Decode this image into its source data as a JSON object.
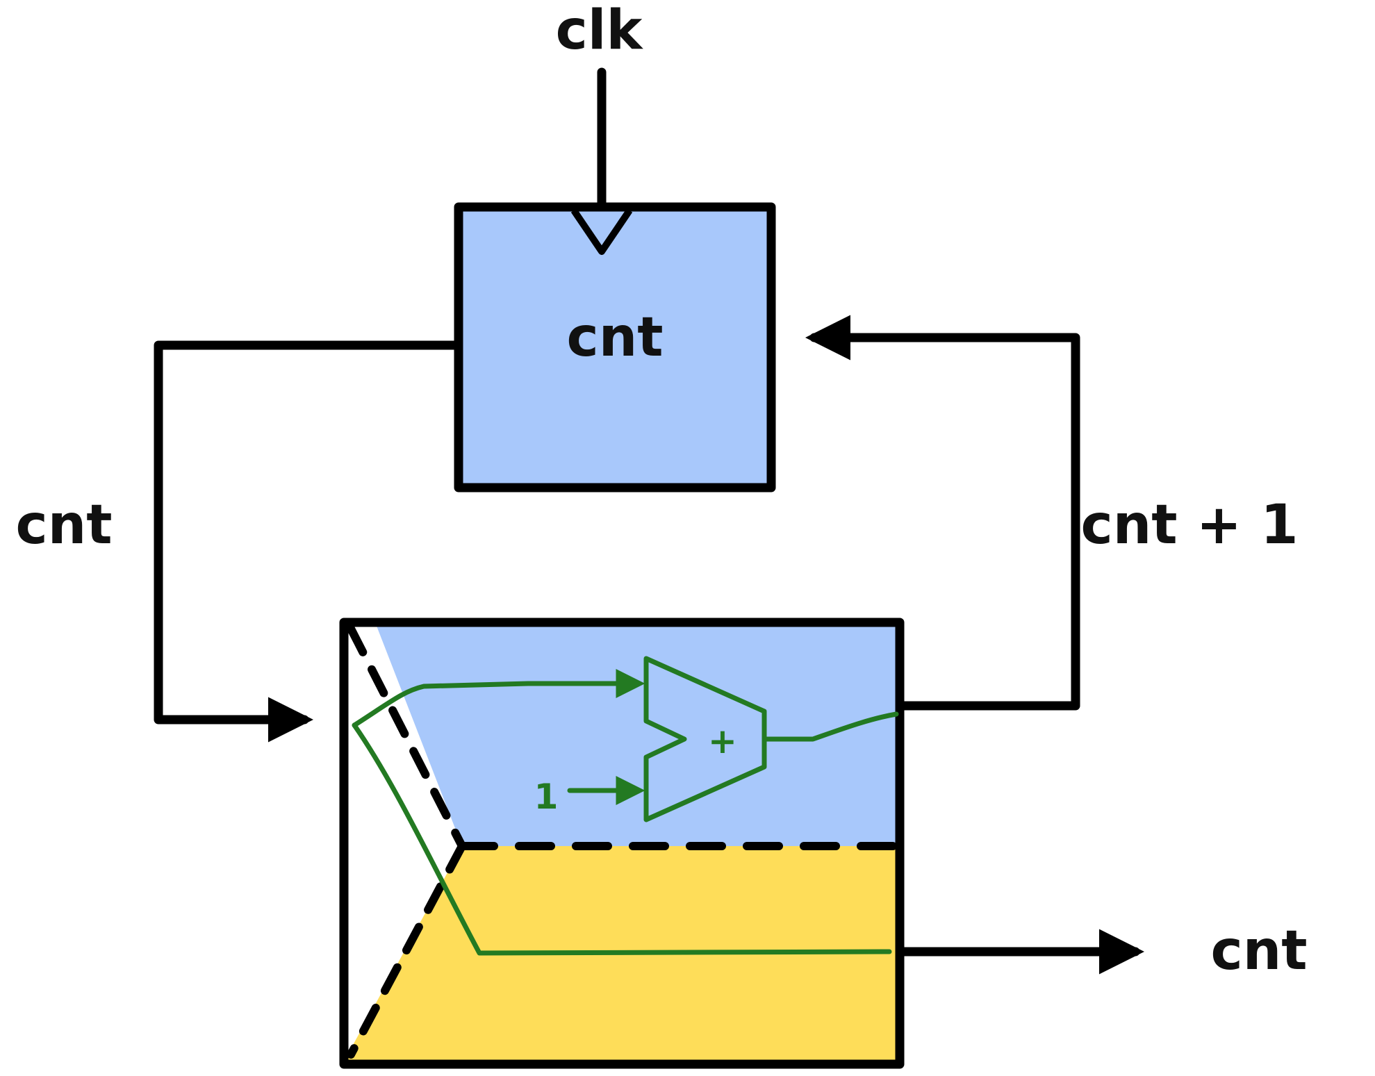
{
  "colors": {
    "register_fill": "#a8c8fb",
    "mux_top_fill": "#a8c8fb",
    "mux_bottom_fill": "#fedd59",
    "wire": "#000000",
    "logic": "#237a22",
    "text": "#111111"
  },
  "labels": {
    "clk": "clk",
    "register": "cnt",
    "feedback_left": "cnt",
    "feedback_right": "cnt + 1",
    "output": "cnt",
    "constant_one": "1",
    "adder_plus": "+"
  }
}
